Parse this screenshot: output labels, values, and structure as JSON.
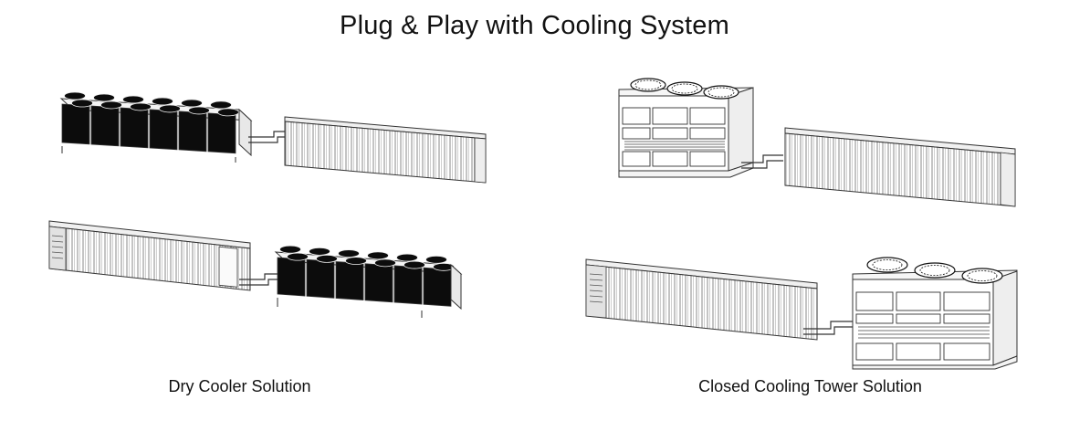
{
  "title": "Plug & Play with Cooling System",
  "captions": {
    "left": "Dry Cooler Solution",
    "right": "Closed Cooling Tower Solution"
  },
  "colors": {
    "line": "#333333",
    "fill_dark": "#0c0c0c",
    "fill_light": "#ffffff",
    "rib": "#8a8a8a"
  },
  "illustrations": {
    "left_top": [
      "dry-cooler",
      "container"
    ],
    "left_bottom": [
      "container",
      "dry-cooler"
    ],
    "right_top": [
      "cooling-tower",
      "container"
    ],
    "right_bottom": [
      "container",
      "cooling-tower"
    ]
  }
}
